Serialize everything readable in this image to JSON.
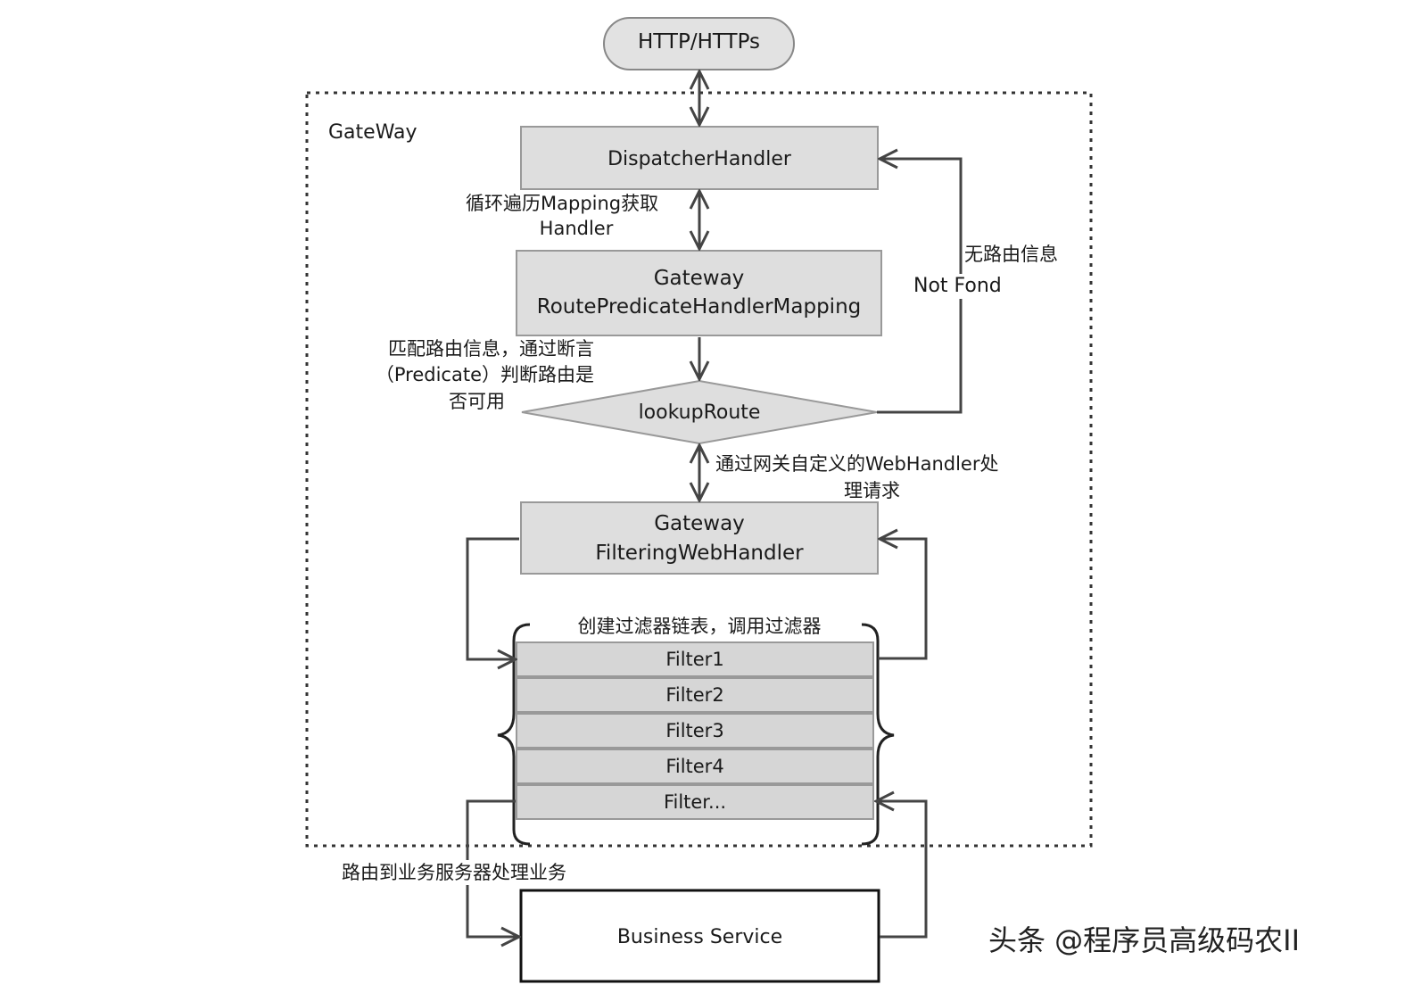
{
  "nodes": {
    "http": "HTTP/HTTPs",
    "gateway_label": "GateWay",
    "dispatcher": "DispatcherHandler",
    "mapping_line1": "Gateway",
    "mapping_line2": "RoutePredicateHandlerMapping",
    "lookup": "lookupRoute",
    "filtering_line1": "Gateway",
    "filtering_line2": "FilteringWebHandler",
    "business": "Business Service"
  },
  "filters": [
    "Filter1",
    "Filter2",
    "Filter3",
    "Filter4",
    "Filter..."
  ],
  "labels": {
    "loop_mapping_line1": "循环遍历Mapping获取",
    "loop_mapping_line2": "Handler",
    "match_route_line1": "匹配路由信息，通过断言",
    "match_route_line2": "（Predicate）判断路由是",
    "match_route_line3": "否可用",
    "no_route": "无路由信息",
    "not_found": "Not Fond",
    "webhandler_line1": "通过网关自定义的WebHandler处",
    "webhandler_line2": "理请求",
    "filter_chain": "创建过滤器链表，调用过滤器",
    "route_business": "路由到业务服务器处理业务"
  },
  "watermark": "头条 @程序员高级码农II"
}
